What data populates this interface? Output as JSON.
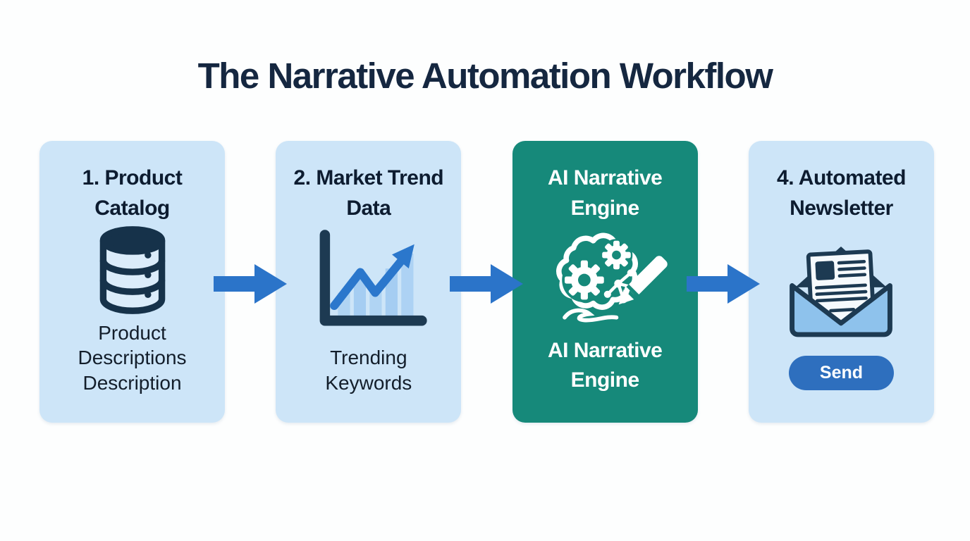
{
  "title": "The Narrative Automation Workflow",
  "colors": {
    "box-blue": "#cde5f8",
    "accent-green": "#16897a",
    "arrow-blue": "#2b74c9",
    "button-blue": "#2e6fbe",
    "ink-dark": "#152740",
    "icon-navy": "#1d3a52",
    "db-navy": "#16324a",
    "bar-blue": "#a5cdf2",
    "line-blue": "#2b77cc",
    "envelope-blue": "#8ec2ec",
    "paper-white": "#f6fafd",
    "db-fill": "#dbecfa"
  },
  "steps": [
    {
      "title": "1. Product Catalog",
      "subtitle": "Product Descriptions Description",
      "icon": "database-icon",
      "variant": "light"
    },
    {
      "title": "2. Market Trend Data",
      "subtitle": "Trending Keywords",
      "icon": "trend-chart-icon",
      "variant": "light"
    },
    {
      "title": "AI Narrative Engine",
      "subtitle": "AI Narrative Engine",
      "icon": "ai-brain-pen-icon",
      "variant": "accent"
    },
    {
      "title": "4. Automated Newsletter",
      "button_label": "Send",
      "icon": "newsletter-envelope-icon",
      "variant": "light"
    }
  ],
  "arrows": {
    "count": 3,
    "direction": "right"
  }
}
